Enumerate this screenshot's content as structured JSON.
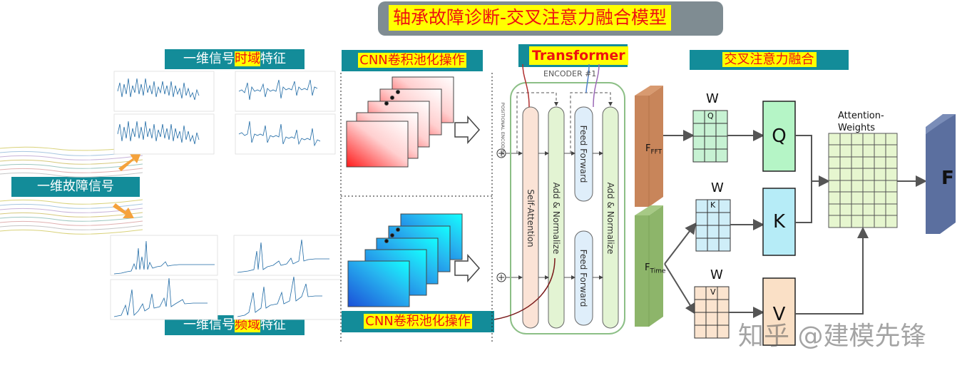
{
  "title": "轴承故障诊断-交叉注意力融合模型",
  "labels": {
    "time_feature_prefix": "一维信号",
    "time_feature_hl": "时域",
    "time_feature_suffix": "特征",
    "freq_feature_prefix": "一维信号",
    "freq_feature_hl": "频域",
    "freq_feature_suffix": "特征",
    "fault_signal": "一维故障信号",
    "cnn_top": "CNN卷积池化操作",
    "cnn_bottom": "CNN卷积池化操作",
    "transformer": "Transformer",
    "encoder": "ENCODER #1",
    "positional": "POSITIONAL ENCODING",
    "self_attention": "Self-Attention",
    "add_norm_1": "Add & Normalize",
    "feed_forward_1": "Feed Forward",
    "feed_forward_2": "Feed Forward",
    "add_norm_2": "Add & Normalize",
    "cross_fusion": "交叉注意力融合",
    "f_fft": "F",
    "f_fft_sub": "FFT",
    "f_time": "F",
    "f_time_sub": "Time",
    "w": "W",
    "wq_sub": "Q",
    "wk_sub": "K",
    "wv_sub": "V",
    "q": "Q",
    "k": "K",
    "v": "V",
    "attention_weights": "Attention-Weights",
    "output": "F",
    "watermark": "知乎 @建模先锋"
  },
  "colors": {
    "teal": "#138c99",
    "highlight": "#ffff00",
    "red_text": "#e11111",
    "time_prism": "#c8855a",
    "freq_prism": "#8db56a",
    "output_prism": "#5b6f9f",
    "q_box": "#b5f5c6",
    "k_box": "#b6ecf7",
    "v_box": "#fae0c6",
    "attn_grid": "#e6f6cf"
  }
}
